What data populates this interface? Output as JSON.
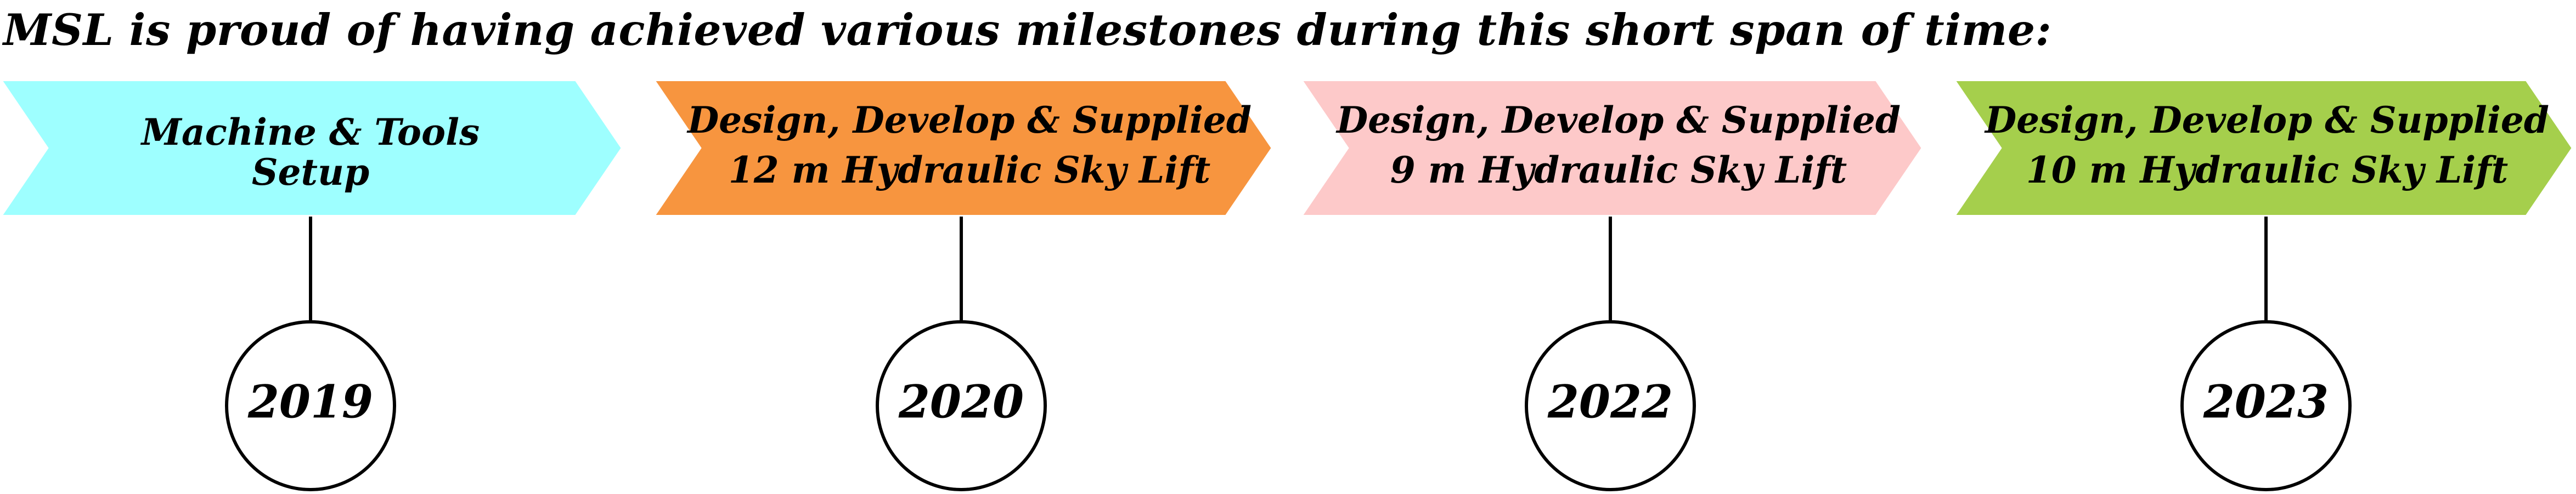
{
  "heading": "MSL is proud of having achieved various milestones during this short span of time:",
  "milestones": [
    {
      "line1": "Machine & Tools",
      "line2": "Setup",
      "year": "2019",
      "color": "#9effff"
    },
    {
      "line1": "Design, Develop & Supplied",
      "line2": "12 m Hydraulic Sky Lift",
      "year": "2020",
      "color": "#f7953f"
    },
    {
      "line1": "Design, Develop & Supplied",
      "line2": "9 m Hydraulic Sky Lift",
      "year": "2022",
      "color": "#fdc9c9"
    },
    {
      "line1": "Design, Develop & Supplied",
      "line2": "10 m Hydraulic Sky Lift",
      "year": "2023",
      "color": "#a5cf4c"
    }
  ],
  "colors": {
    "arrow_border": "#ffffff",
    "connector": "#000000",
    "circle_fill": "#ffffff",
    "circle_border": "#000000"
  }
}
